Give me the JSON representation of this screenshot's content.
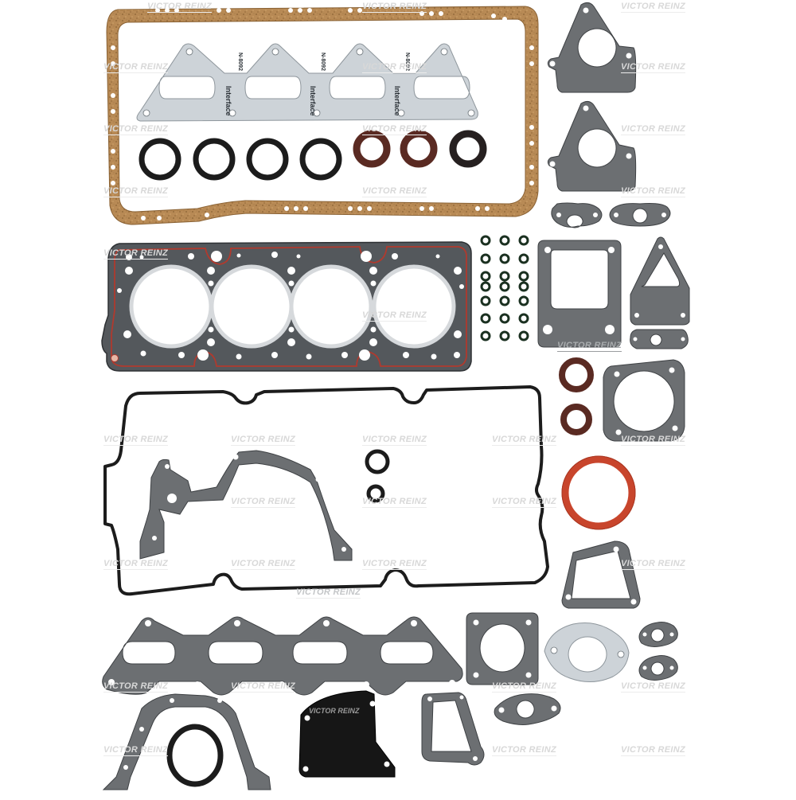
{
  "image": {
    "description": "Full engine gasket set product photo on white background",
    "brand_watermark": "VICTOR REINZ",
    "background_color": "#ffffff"
  },
  "labels": {
    "watermark": "VICTOR REINZ",
    "intake_gasket_print_brand": "Interface",
    "intake_gasket_part_code": "N-8092",
    "head_gasket_print": "VICTOR REINZ",
    "cover_plate_print": "VICTOR REINZ"
  },
  "colors": {
    "cork": "#b88a55",
    "cork_dark": "#8a6234",
    "fiber_gray": "#cdd3d8",
    "fiber_text": "#2a3036",
    "composite_gray": "#6c6f72",
    "composite_edge": "#3e4144",
    "rubber_black": "#1c1c1c",
    "seal_brown": "#5a2a22",
    "seal_orange": "#c8452c",
    "head_gasket_gray": "#54585c",
    "head_gasket_red": "#b03a2e",
    "steel_ring": "#d6d9dc",
    "watermark": "#d8d8d8"
  },
  "parts": [
    {
      "name": "oil-pan-gasket",
      "material": "cork",
      "qty": 1
    },
    {
      "name": "intake-manifold-gasket",
      "material": "fiber",
      "qty": 1
    },
    {
      "name": "valve-stem-o-rings",
      "material": "rubber",
      "qty": 4
    },
    {
      "name": "shaft-seals-small",
      "material": "rubber",
      "qty": 3
    },
    {
      "name": "cylinder-head-gasket",
      "material": "multilayer",
      "cylinders": 4
    },
    {
      "name": "valve-stem-seals",
      "material": "rubber",
      "qty": 24
    },
    {
      "name": "valve-cover-gasket",
      "material": "rubber",
      "qty": 1
    },
    {
      "name": "timing-cover-gasket",
      "material": "composite",
      "qty": 1
    },
    {
      "name": "spark-plug-seals",
      "material": "rubber",
      "qty": 2
    },
    {
      "name": "exhaust-manifold-gasket",
      "material": "composite",
      "qty": 1
    },
    {
      "name": "rear-main-seal",
      "material": "rubber",
      "qty": 1
    },
    {
      "name": "cover-plate-gasket",
      "material": "black-rubber",
      "qty": 1
    },
    {
      "name": "triangular-flange-gaskets",
      "material": "composite",
      "qty": 2
    },
    {
      "name": "oval-flange-gaskets",
      "material": "composite",
      "qty": 6
    },
    {
      "name": "square-flange-gaskets",
      "material": "composite",
      "qty": 2
    },
    {
      "name": "thermostat-gasket",
      "material": "fiber",
      "qty": 1
    },
    {
      "name": "crankshaft-seal-large",
      "material": "rubber",
      "qty": 1
    },
    {
      "name": "camshaft-seals",
      "material": "rubber",
      "qty": 2
    }
  ]
}
